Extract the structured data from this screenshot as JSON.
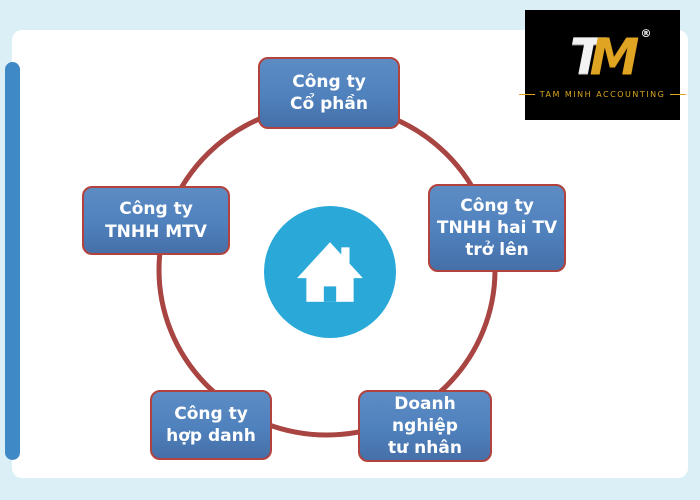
{
  "colors": {
    "background": "#daeff6",
    "card": "#ffffff",
    "accent_bar": "#4089c7",
    "node_fill": "#4f81bd",
    "node_border": "#b2423e",
    "ring": "#a84441",
    "center_circle": "#2aa9d9",
    "logo_background": "#000000",
    "logo_gold": "#d9a520"
  },
  "logo": {
    "tm_t": "T",
    "tm_m": "M",
    "registered": "®",
    "subtitle": "TAM MINH ACCOUNTING"
  },
  "diagram": {
    "center_icon": "house-icon",
    "nodes": [
      {
        "id": "cong-ty-co-phan",
        "lines": [
          "Công ty",
          "Cổ phần"
        ]
      },
      {
        "id": "cong-ty-tnhh-mtv",
        "lines": [
          "Công ty",
          "TNHH MTV"
        ]
      },
      {
        "id": "cong-ty-tnhh-hai-tv",
        "lines": [
          "Công ty",
          "TNHH hai TV",
          "trở lên"
        ]
      },
      {
        "id": "cong-ty-hop-danh",
        "lines": [
          "Công ty",
          "hợp danh"
        ]
      },
      {
        "id": "doanh-nghiep-tu-nhan",
        "lines": [
          "Doanh nghiệp",
          "tư nhân"
        ]
      }
    ]
  }
}
